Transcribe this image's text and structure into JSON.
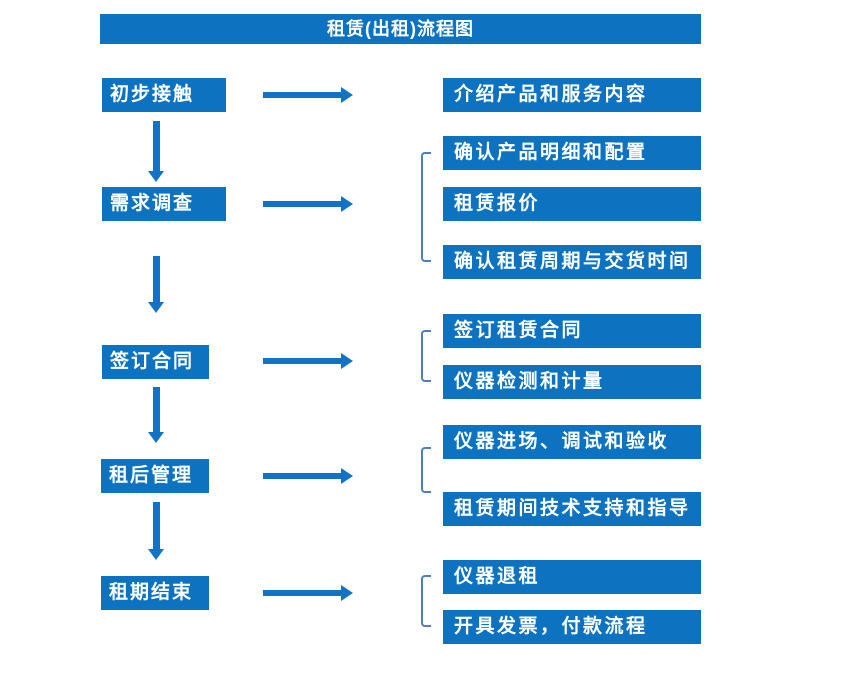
{
  "title": "租赁(出租)流程图",
  "colors": {
    "box_blue": "#0d72c0",
    "arrow_blue": "#1273c6",
    "bracket_blue": "#4d7ec0",
    "text_white": "#ffffff"
  },
  "stages": [
    {
      "label": "初步接触",
      "outputs": [
        "介绍产品和服务内容"
      ]
    },
    {
      "label": "需求调查",
      "outputs": [
        "确认产品明细和配置",
        "租赁报价",
        "确认租赁周期与交货时间"
      ]
    },
    {
      "label": "签订合同",
      "outputs": [
        "签订租赁合同",
        "仪器检测和计量"
      ]
    },
    {
      "label": "租后管理",
      "outputs": [
        "仪器进场、调试和验收",
        "租赁期间技术支持和指导"
      ]
    },
    {
      "label": "租期结束",
      "outputs": [
        "仪器退租",
        "开具发票，付款流程"
      ]
    }
  ]
}
